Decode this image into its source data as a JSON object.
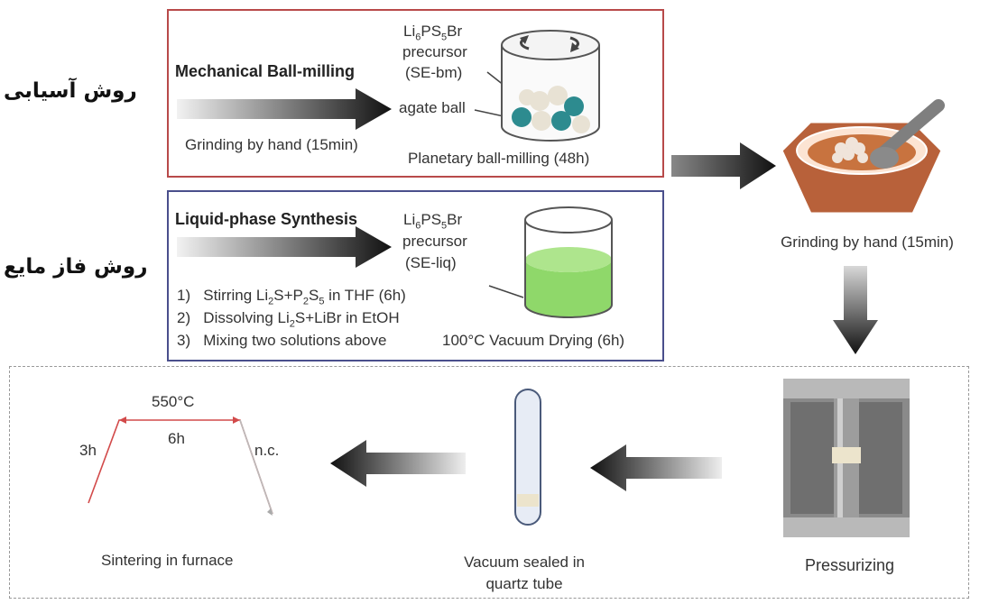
{
  "mechanical": {
    "title": "Mechanical Ball-milling",
    "hand_label": "Grinding by hand (15min)",
    "precursor_formula": {
      "base1": "Li",
      "sub1": "6",
      "base2": "PS",
      "sub2": "5",
      "base3": "Br"
    },
    "precursor_word": "precursor",
    "precursor_tag": "(SE-bm)",
    "ball_label": "agate ball",
    "process_label": "Planetary ball-milling (48h)"
  },
  "liquid": {
    "title": "Liquid-phase Synthesis",
    "precursor_formula": {
      "base1": "Li",
      "sub1": "6",
      "base2": "PS",
      "sub2": "5",
      "base3": "Br"
    },
    "precursor_word": "precursor",
    "precursor_tag": "(SE-liq)",
    "steps": [
      {
        "num": "1)",
        "a": "Stirring Li",
        "s1": "2",
        "b": "S+P",
        "s2": "2",
        "c": "S",
        "s3": "5",
        "d": " in THF (6h)"
      },
      {
        "num": "2)",
        "a": "Dissolving Li",
        "s1": "2",
        "b": "S+LiBr in EtOH"
      },
      {
        "num": "3)",
        "a": "Mixing two solutions above"
      }
    ],
    "drying_label": "100°C Vacuum Drying (6h)"
  },
  "persian": {
    "milling_method": "روش آسیابی",
    "liquid_method": "روش فاز مایع"
  },
  "grinding": {
    "label": "Grinding by hand (15min)"
  },
  "bottom": {
    "pressurizing": "Pressurizing",
    "vacuum_line1": "Vacuum sealed in",
    "vacuum_line2": "quartz tube",
    "sintering": "Sintering in furnace",
    "profile": {
      "temp": "550°C",
      "ramp": "3h",
      "hold": "6h",
      "cool": "n.c."
    }
  },
  "colors": {
    "red_border": "#b84a4a",
    "blue_border": "#4a4f8c",
    "teal_ball": "#2d8b8f",
    "cream_ball": "#e8e2d4",
    "green_liquid": "#8fd86a",
    "mortar": "#b8613a"
  }
}
